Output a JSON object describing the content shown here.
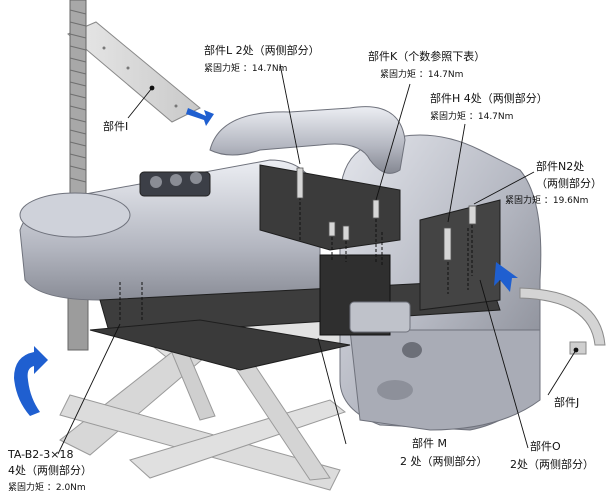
{
  "labels": {
    "part_i": "部件I",
    "part_l_line1": "部件L 2处（两侧部分）",
    "part_l_line2": "紧固力矩 ：14.7Nm",
    "part_k_line1": "部件K（个数参照下表）",
    "part_k_line2": "紧固力矩 ：14.7Nm",
    "part_h_line1": "部件H 4处（两侧部分）",
    "part_h_line2": "紧固力矩 ：14.7Nm",
    "part_n2_line1": "部件N2处",
    "part_n2_line2": "（两侧部分）",
    "part_n2_line3": "紧固力矩 ：19.6Nm",
    "part_j": "部件J",
    "part_m_line1": "部件 M",
    "part_m_line2": "2 处（两侧部分）",
    "part_o_line1": "部件O",
    "part_o_line2": "2处（两侧部分）",
    "part_ta_line1": "TA-B2-3×18",
    "part_ta_line2": "4处（两侧部分）",
    "part_ta_line3": "紧固力矩 ：2.0Nm"
  },
  "colors": {
    "robot_body": "#b9bcc6",
    "robot_shadow": "#8f929c",
    "bracket": "#3a3a3a",
    "frame": "#d9d9d9",
    "arrow_blue": "#1f5fd0",
    "leader": "#111111"
  }
}
